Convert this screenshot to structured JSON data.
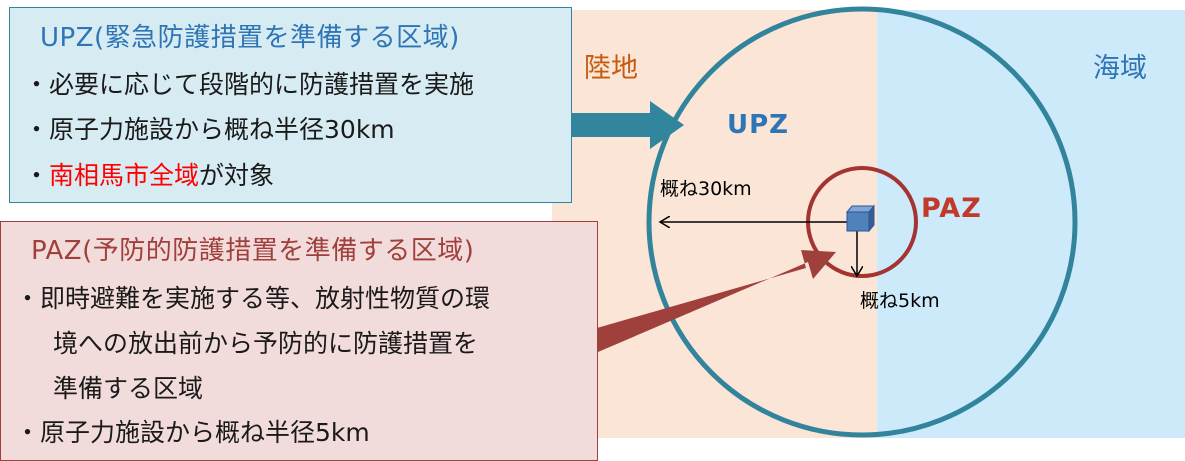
{
  "regions": {
    "land": "陸地",
    "sea": "海域"
  },
  "zones": {
    "upz": "UPZ",
    "paz": "PAZ"
  },
  "distances": {
    "upz": "概ね30km",
    "paz": "概ね5km"
  },
  "upz_box": {
    "title": "UPZ(緊急防護措置を準備する区域)",
    "bullets": [
      "・必要に応じて段階的に防護措置を実施",
      "・原子力施設から概ね半径30km"
    ],
    "last_bullet": {
      "prefix": "・",
      "highlight": "南相馬市全域",
      "suffix": "が対象"
    }
  },
  "paz_box": {
    "title": "PAZ(予防的防護措置を準備する区域)",
    "lines": [
      "・即時避難を実施する等、放射性物質の環",
      "境への放出前から予防的に防護措置を",
      "準備する区域",
      "・原子力施設から概ね半径5km"
    ]
  },
  "colors": {
    "upz_ring": "#31849b",
    "paz_ring": "#a33431",
    "upz_arrow": "#31859c",
    "paz_arrow": "#a0403c",
    "facility": "#4f81bd",
    "highlight": "#ff0000"
  },
  "icons": {
    "facility": "cube-icon"
  }
}
